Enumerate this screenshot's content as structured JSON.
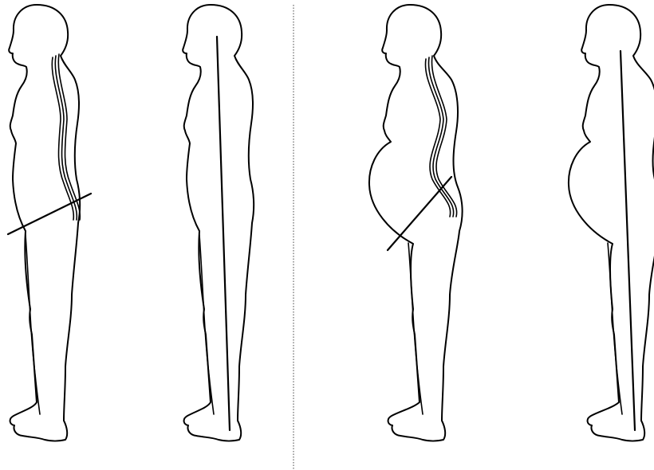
{
  "figure": {
    "panels": [
      {
        "id": "non-pregnant",
        "figures": [
          "spine-and-pelvis-tilt",
          "gravity-line"
        ]
      },
      {
        "id": "pregnant",
        "figures": [
          "spine-and-pelvis-tilt",
          "gravity-line"
        ]
      }
    ],
    "line_color": "#000000",
    "background": "#ffffff"
  }
}
